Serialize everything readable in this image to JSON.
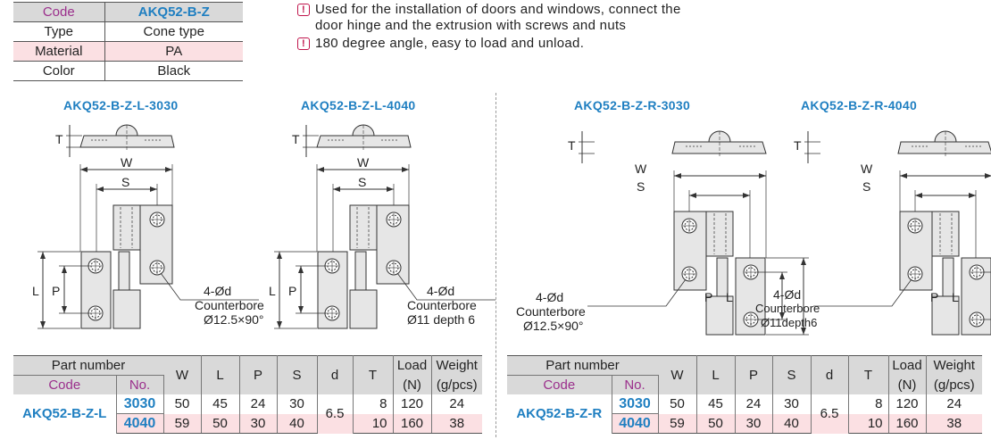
{
  "spec": {
    "rows": [
      [
        "Code",
        "AKQ52-B-Z"
      ],
      [
        "Type",
        "Cone type"
      ],
      [
        "Material",
        "PA"
      ],
      [
        "Color",
        "Black"
      ]
    ]
  },
  "notes": [
    "Used for the installation of doors and windows, connect the door hinge and the extrusion with screws and nuts",
    "180 degree angle, easy to load and unload."
  ],
  "note_icon": "exclamation-box-icon",
  "drawings": [
    {
      "title": "AKQ52-B-Z-L-3030",
      "hole": "4-Ød",
      "cb1": "Counterbore",
      "cb2": "Ø12.5×90°"
    },
    {
      "title": "AKQ52-B-Z-L-4040",
      "hole": "4-Ød",
      "cb1": "Counterbore",
      "cb2": "Ø11 depth 6"
    },
    {
      "title": "AKQ52-B-Z-R-3030",
      "hole": "4-Ød",
      "cb1": "Counterbore",
      "cb2": "Ø12.5×90°"
    },
    {
      "title": "AKQ52-B-Z-R-4040",
      "hole": "4-Ød",
      "cb1": "Counterbore",
      "cb2": "Ø11depth6"
    }
  ],
  "dims": {
    "W": "W",
    "S": "S",
    "L": "L",
    "P": "P",
    "T": "T"
  },
  "table_headers": {
    "part": "Part number",
    "code": "Code",
    "no": "No.",
    "W": "W",
    "L": "L",
    "P": "P",
    "S": "S",
    "d": "d",
    "T": "T",
    "load1": "Load",
    "load2": "(N)",
    "weight1": "Weight",
    "weight2": "(g/pcs)"
  },
  "tables": [
    {
      "code": "AKQ52-B-Z-L",
      "d": "6.5",
      "rows": [
        {
          "no": "3030",
          "W": "50",
          "L": "45",
          "P": "24",
          "S": "30",
          "T": "8",
          "load": "120",
          "weight": "24"
        },
        {
          "no": "4040",
          "W": "59",
          "L": "50",
          "P": "30",
          "S": "40",
          "T": "10",
          "load": "160",
          "weight": "38"
        }
      ]
    },
    {
      "code": "AKQ52-B-Z-R",
      "d": "6.5",
      "rows": [
        {
          "no": "3030",
          "W": "50",
          "L": "45",
          "P": "24",
          "S": "30",
          "T": "8",
          "load": "120",
          "weight": "24"
        },
        {
          "no": "4040",
          "W": "59",
          "L": "50",
          "P": "30",
          "S": "40",
          "T": "10",
          "load": "160",
          "weight": "38"
        }
      ]
    }
  ],
  "colors": {
    "accent": "#1f7fc1",
    "code": "#9b2f8c",
    "header": "#d9d9d9",
    "highlight": "#fbe0e3"
  }
}
